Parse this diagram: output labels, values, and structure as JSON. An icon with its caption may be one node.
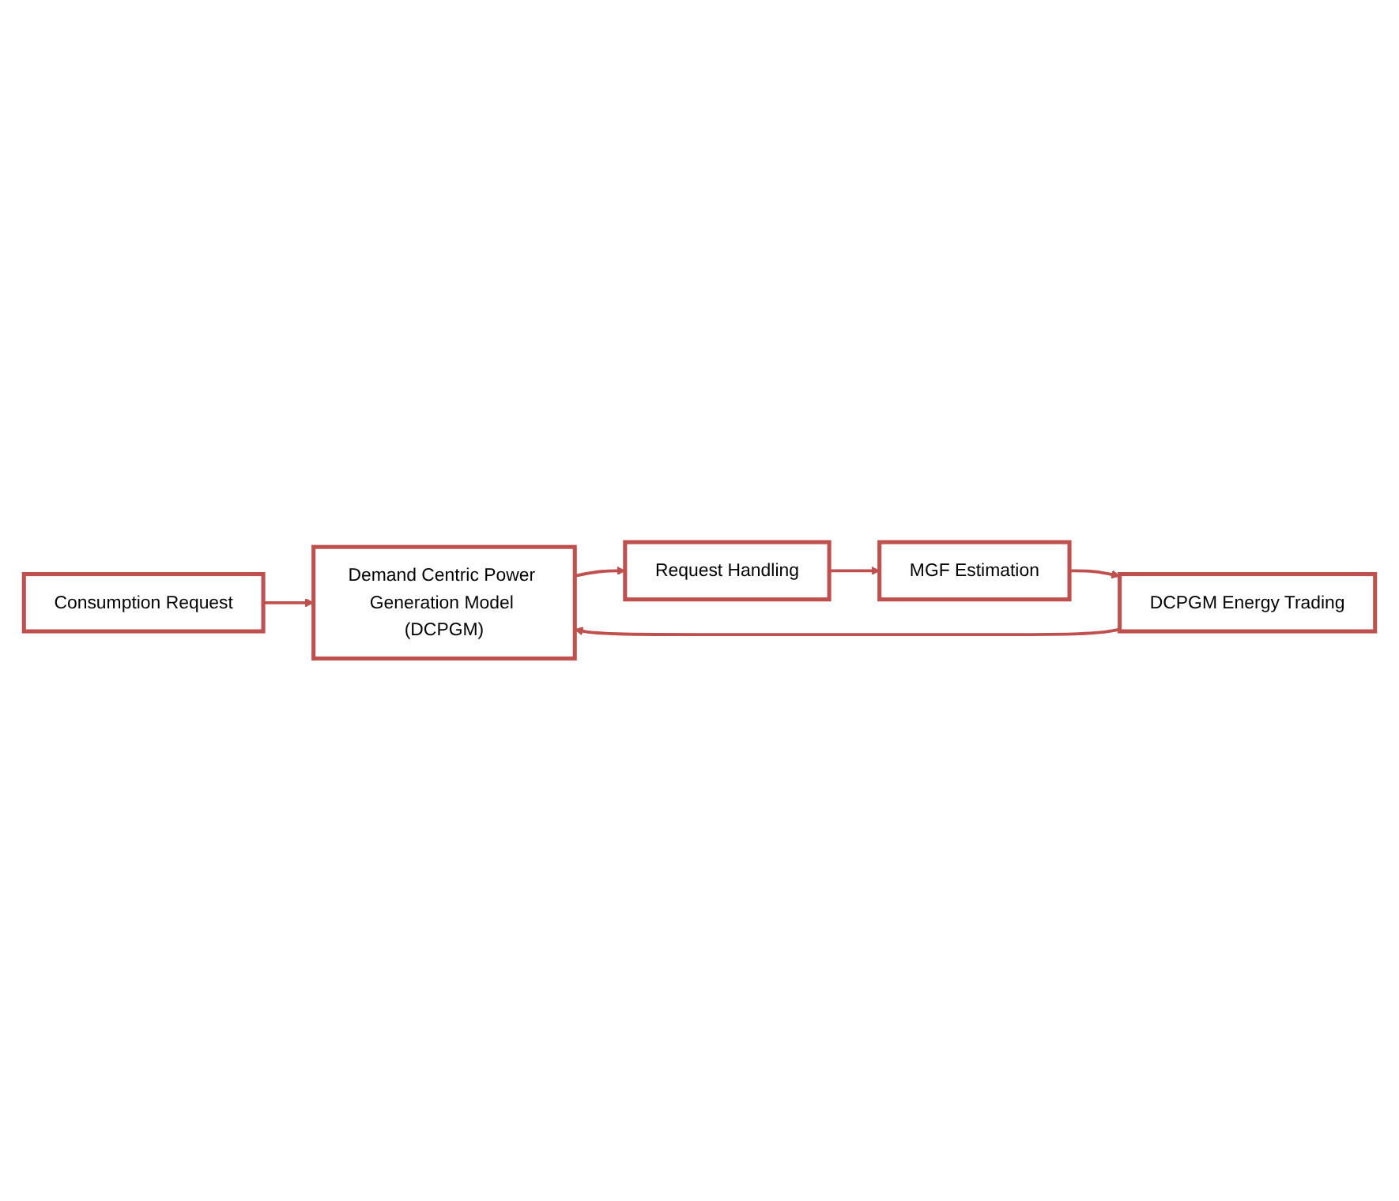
{
  "diagram": {
    "nodes": [
      {
        "text": [
          "Consumption Request"
        ]
      },
      {
        "text": [
          "Demand Centric Power Generation Model (DCPGM)"
        ]
      },
      {
        "text": [
          "Request Handling"
        ]
      },
      {
        "text": [
          "MGF Estimation"
        ]
      },
      {
        "text": [
          "DCPGM Energy Trading"
        ]
      }
    ],
    "edges": [
      {
        "from": 0,
        "to": 1,
        "arrow": "to"
      },
      {
        "from": 1,
        "to": 2,
        "arrow": "to"
      },
      {
        "from": 2,
        "to": 3,
        "arrow": "to"
      },
      {
        "from": 3,
        "to": 4,
        "arrow": "to"
      },
      {
        "from": 4,
        "to": 1,
        "arrow": "to"
      }
    ]
  }
}
